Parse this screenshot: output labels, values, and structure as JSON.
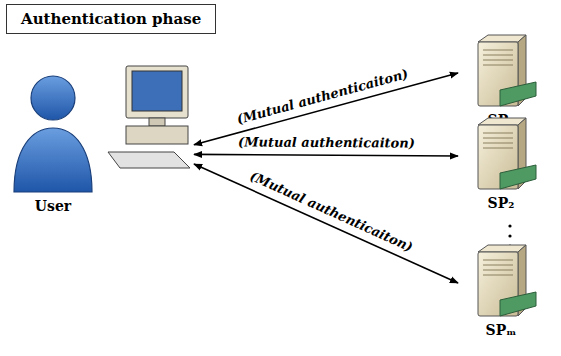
{
  "diagram": {
    "title": "Authentication phase",
    "nodes": [
      {
        "text": [
          "User"
        ]
      },
      {
        "text": [
          "SP₁"
        ]
      },
      {
        "text": [
          "SP₂"
        ]
      },
      {
        "text": [
          "SPₘ"
        ]
      }
    ],
    "edges": [
      {
        "from": 0,
        "to": 1,
        "arrow": "both",
        "label": "(Mutual authenticaiton)"
      },
      {
        "from": 0,
        "to": 2,
        "arrow": "both",
        "label": "(Mutual authenticaiton)"
      },
      {
        "from": 0,
        "to": 3,
        "arrow": "both",
        "label": "(Mutual authenticaiton)"
      }
    ]
  }
}
